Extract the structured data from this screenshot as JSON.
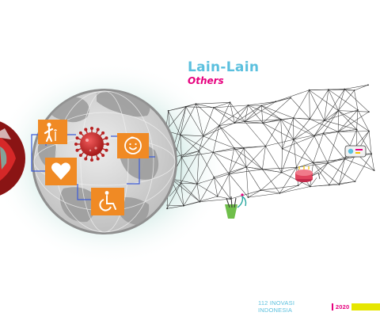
{
  "heading": {
    "title": "Lain-Lain",
    "subtitle": "Others"
  },
  "footer": {
    "book": "112 INOVASI INDONESIA",
    "year": "2020"
  },
  "icons": [
    "elderly-person-icon",
    "smiling-face-icon",
    "heart-icon",
    "wheelchair-icon",
    "virus-icon",
    "tools-icon",
    "cake-icon",
    "device-icon"
  ],
  "colors": {
    "title": "#5bc0de",
    "subtitle": "#e6007e",
    "icon_tile": "#f08a24",
    "footer_text": "#5bc0de",
    "footer_separator": "#e6007e",
    "footer_year": "#e6007e",
    "footer_bar": "#e6e600",
    "network": "#3a3a3a",
    "globe": "#c9c9c9"
  }
}
